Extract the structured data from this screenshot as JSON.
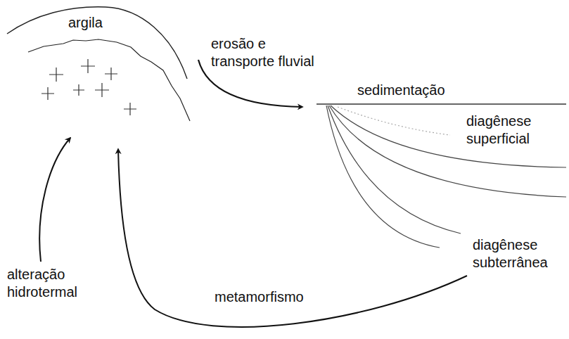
{
  "diagram": {
    "labels": [
      "argila",
      "erosão e transporte fluvial",
      "sedimentação",
      "diagênese superficial",
      "diagênese subterrânea",
      "alteração hidrotermal",
      "metamorfismo"
    ]
  }
}
